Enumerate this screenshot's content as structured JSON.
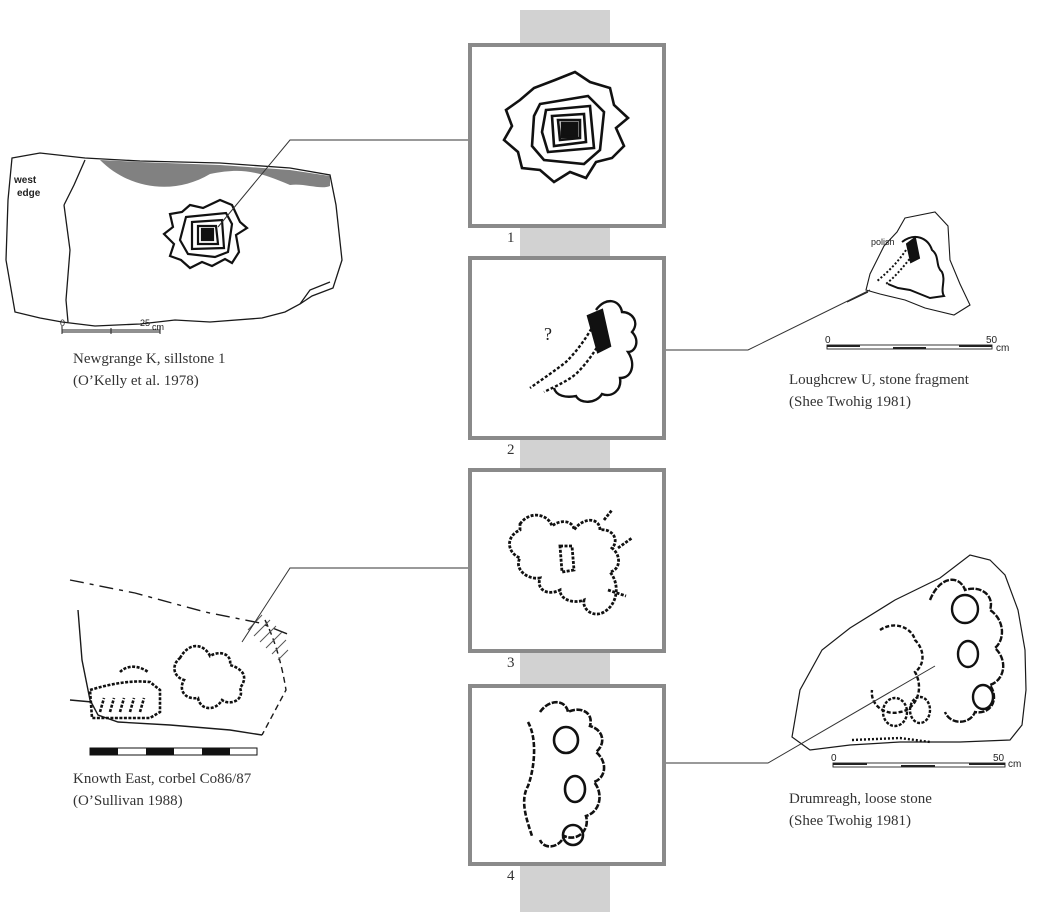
{
  "panels": [
    {
      "number": "1"
    },
    {
      "number": "2",
      "query_mark": "?"
    },
    {
      "number": "3"
    },
    {
      "number": "4"
    }
  ],
  "sources": {
    "newgrange": {
      "caption_line1": "Newgrange K, sillstone 1",
      "caption_line2": "(O’Kelly et al. 1978)",
      "label_west": "west",
      "label_edge": "edge",
      "scale_zero": "0",
      "scale_end": "25",
      "scale_unit": "cm"
    },
    "loughcrew": {
      "caption_line1": "Loughcrew U, stone fragment",
      "caption_line2": "(Shee Twohig 1981)",
      "label_polish": "polish",
      "scale_zero": "0",
      "scale_end": "50",
      "scale_unit": "cm"
    },
    "knowth": {
      "caption_line1": "Knowth East, corbel Co86/87",
      "caption_line2": "(O’Sullivan 1988)"
    },
    "drumreagh": {
      "caption_line1": "Drumreagh, loose stone",
      "caption_line2": "(Shee Twohig 1981)",
      "scale_zero": "0",
      "scale_end": "50",
      "scale_unit": "cm"
    }
  },
  "colors": {
    "column": "#d2d2d2",
    "frame": "#8a8a8a",
    "ink": "#1a1a1a",
    "leader": "#333333"
  }
}
